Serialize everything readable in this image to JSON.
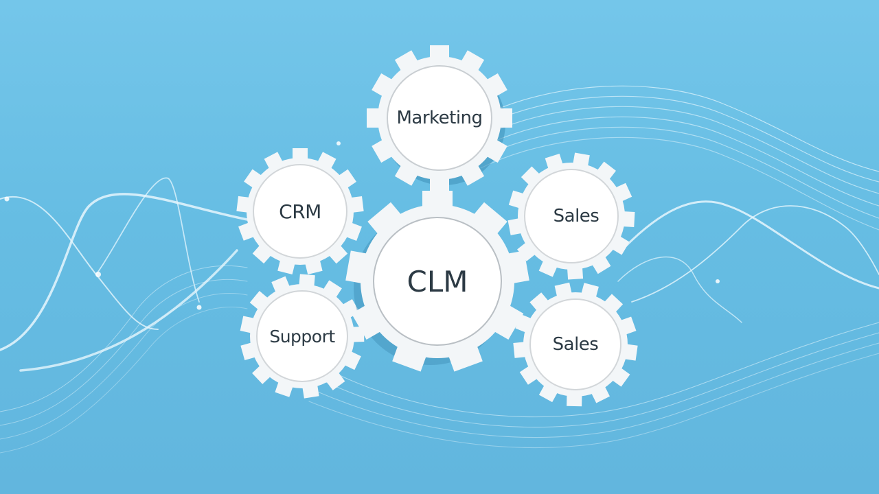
{
  "diagram": {
    "title": "CLM integration gears",
    "background_color": "#6cc0e6",
    "gear_color": "#f3f6f8",
    "inner_circle_color": "#ffffff",
    "text_color": "#2c3a44",
    "center": {
      "label": "CLM"
    },
    "satellites": [
      {
        "id": "marketing",
        "label": "Marketing"
      },
      {
        "id": "crm",
        "label": "CRM"
      },
      {
        "id": "sales-top",
        "label": "Sales"
      },
      {
        "id": "support",
        "label": "Support"
      },
      {
        "id": "sales-bottom",
        "label": "Sales"
      }
    ]
  }
}
